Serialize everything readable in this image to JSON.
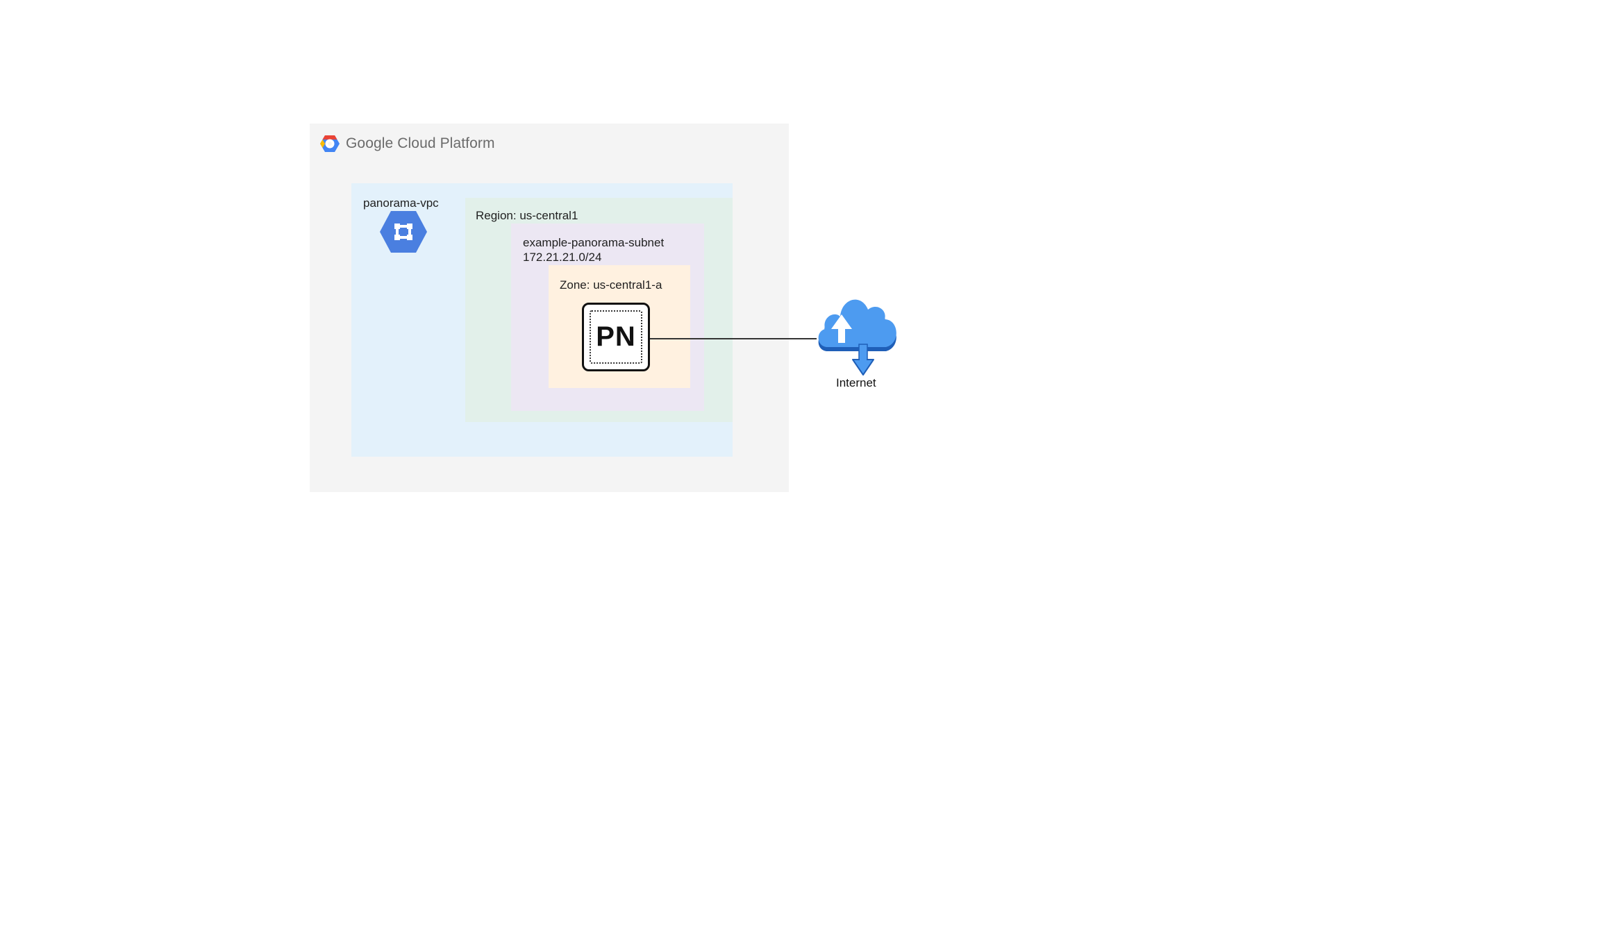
{
  "brand": {
    "google": "Google",
    "product": "Cloud Platform",
    "colors": {
      "red": "#ea4335",
      "yellow": "#fbbc05",
      "blue": "#4285f4",
      "text": "#6b6b6b"
    }
  },
  "vpc": {
    "name": "panorama-vpc",
    "icon": "vpc-network-icon",
    "fill": "#e3f1fb",
    "icon_color": "#4a7fe0"
  },
  "region": {
    "label": "Region: us-central1",
    "fill": "#e2f0ea"
  },
  "subnet": {
    "name": "example-panorama-subnet",
    "cidr": "172.21.21.0/24",
    "fill": "#ece7f3"
  },
  "zone": {
    "label": "Zone: us-central1-a",
    "fill": "#fff1e0"
  },
  "instance": {
    "label": "PN",
    "icon": "panorama-instance-icon"
  },
  "internet": {
    "label": "Internet",
    "icon": "internet-cloud-icon",
    "color": "#4d9bf0"
  }
}
